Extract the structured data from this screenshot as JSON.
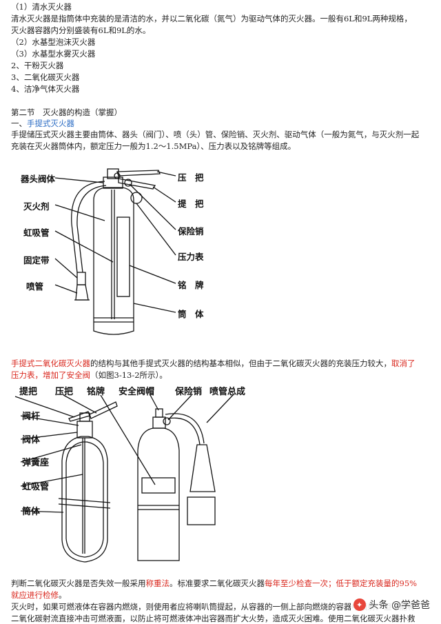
{
  "text": {
    "l1": "（1）清水灭火器",
    "l2": "清水灭火器是指筒体中充装的是清洁的水，并以二氧化碳（氮气）为驱动气体的灭火器。一般有6L和9L两种规格，",
    "l3": "灭火器容器内分别盛装有6L和9L的水。",
    "l4": "（2）水基型泡沫灭火器",
    "l5": "（3）水基型水雾灭火器",
    "l6": "2、干粉灭火器",
    "l7": "3、二氧化碳灭火器",
    "l8": "4、洁净气体灭火器",
    "section": "第二节　灭火器的构造（掌握）",
    "sub1": "一、",
    "sub1_link": "手提式灭火器",
    "p1a": "手提储压式灭火器主要由筒体、器头（阀门）、喷（头）管、保险销、灭火剂、驱动气体（一般为氮气，与灭火剂一起",
    "p1b": "充装在灭火器筒体内，额定压力一般为1.2～1.5MPa）、压力表以及铭牌等组成。",
    "p2_red1": "手提式二氧化碳灭火器",
    "p2_mid": "的结构与其他手提式灭火器的结构基本相似，但由于二氧化碳灭火器的充装压力较大，",
    "p2_red2": "取消了",
    "p2b_red": "压力表，增加了安全阀",
    "p2b_rest": "（如图3-13-2所示）。",
    "p3_a": "判断二氧化碳灭火器是否失效一般采用",
    "p3_red1": "称重法",
    "p3_b": "。标准要求二氧化碳灭火器",
    "p3_red2": "每年至少检查一次；低于额定充装量的95%",
    "p3b_red": "就应进行检修",
    "p3b_rest": "。",
    "p4a": "灭火时，如果可燃液体在容器内燃烧，则使用者应将喇叭筒提起，从容器的一侧上部向燃烧的容器中喷射。但不能将",
    "p4b": "二氧化碳射流直接冲击可燃液面，以防止将可燃液体冲出容器而扩大火势，造成灭火困难。使用二氧化碳灭火器扑救"
  },
  "fig1": {
    "left": [
      "器头阀体",
      "灭火剂",
      "虹吸管",
      "固定带",
      "喷管"
    ],
    "right": [
      "压　把",
      "提　把",
      "保险销",
      "压力表",
      "铭　牌",
      "筒　体"
    ]
  },
  "fig2": {
    "top": [
      "提把",
      "压把",
      "铭牌",
      "安全阀帽",
      "保险销",
      "喷管总成"
    ],
    "left": [
      "阀杆",
      "阀体",
      "弹簧座",
      "虹吸管",
      "筒体"
    ]
  },
  "watermark": {
    "icon": "toutiao-logo-icon",
    "text": "头条 @学爸爸"
  }
}
